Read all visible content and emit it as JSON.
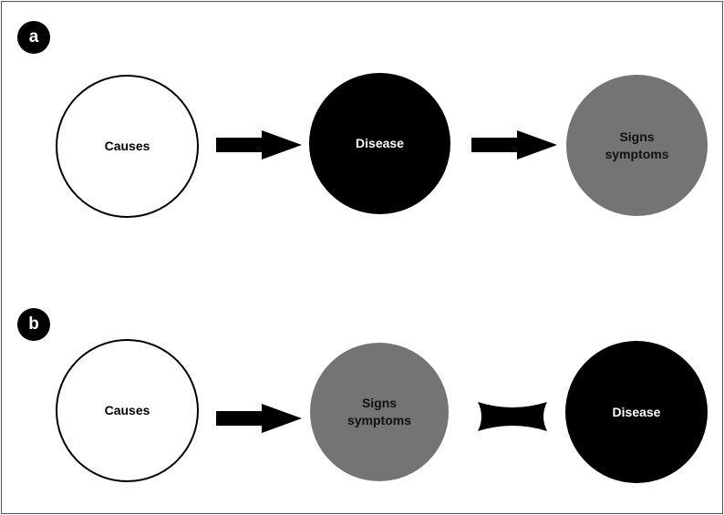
{
  "panel_a": {
    "label": "a",
    "nodes": [
      {
        "label": "Causes",
        "fill": "white"
      },
      {
        "label": "Disease",
        "fill": "black"
      },
      {
        "label": "Signs\nsymptoms",
        "fill": "gray"
      }
    ],
    "connectors": [
      "arrow",
      "arrow"
    ]
  },
  "panel_b": {
    "label": "b",
    "nodes": [
      {
        "label": "Causes",
        "fill": "white"
      },
      {
        "label": "Signs\nsymptoms",
        "fill": "gray"
      },
      {
        "label": "Disease",
        "fill": "black"
      }
    ],
    "connectors": [
      "arrow",
      "concave-bar"
    ]
  },
  "colors": {
    "black": "#000000",
    "gray": "#747474",
    "white": "#ffffff"
  }
}
